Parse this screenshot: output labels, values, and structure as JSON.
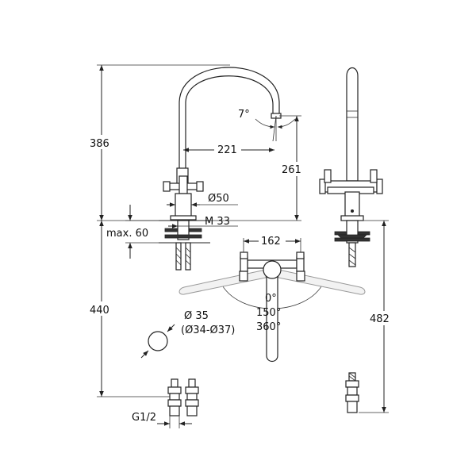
{
  "labels": {
    "h386": "386",
    "h440": "440",
    "w221": "221",
    "h261": "261",
    "angle7": "7°",
    "dia50": "Ø50",
    "m33": "M 33",
    "max60": "max. 60",
    "w162": "162",
    "a0": "0°",
    "a150": "150°",
    "a360": "360°",
    "dia35": "Ø 35",
    "dia34_37": "(Ø34-Ø37)",
    "h482": "482",
    "g12": "G1/2"
  }
}
